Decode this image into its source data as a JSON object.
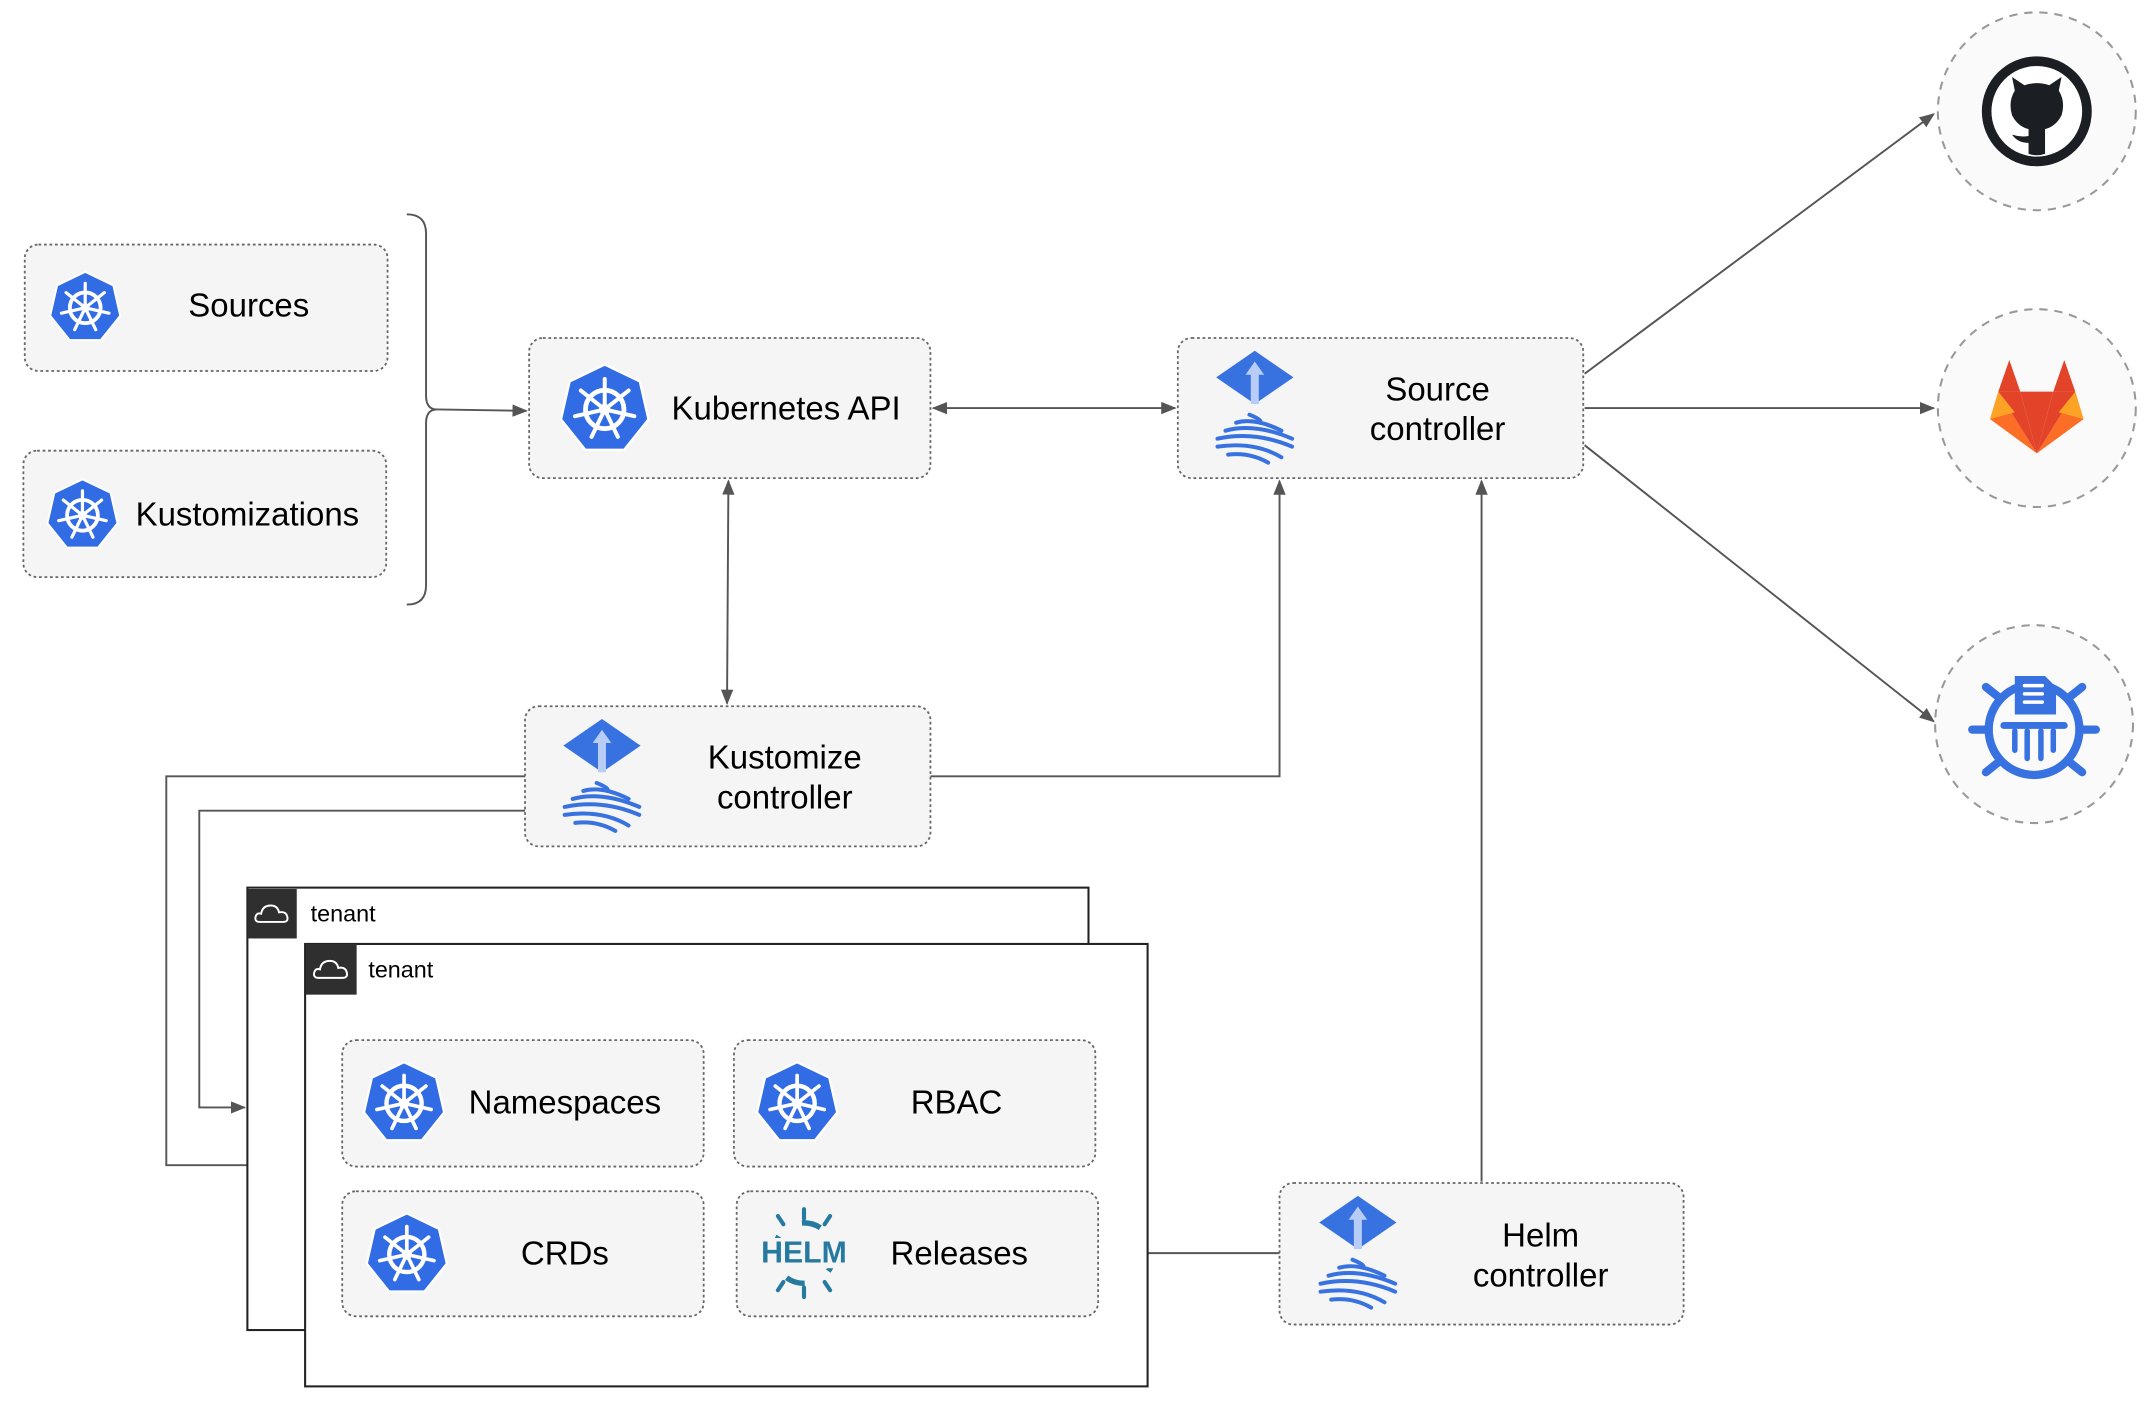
{
  "nodes": {
    "sources": {
      "label": "Sources",
      "icon": "kubernetes-icon"
    },
    "kustomizations": {
      "label": "Kustomizations",
      "icon": "kubernetes-icon"
    },
    "kubernetes_api": {
      "label": "Kubernetes API",
      "icon": "kubernetes-icon"
    },
    "source_controller": {
      "line1": "Source",
      "line2": "controller",
      "icon": "flux-icon"
    },
    "kustomize_controller": {
      "line1": "Kustomize",
      "line2": "controller",
      "icon": "flux-icon"
    },
    "helm_controller": {
      "line1": "Helm",
      "line2": "controller",
      "icon": "flux-icon"
    },
    "namespaces": {
      "label": "Namespaces",
      "icon": "kubernetes-icon"
    },
    "rbac": {
      "label": "RBAC",
      "icon": "kubernetes-icon"
    },
    "crds": {
      "label": "CRDs",
      "icon": "kubernetes-icon"
    },
    "releases": {
      "label": "Releases",
      "icon": "helm-icon",
      "icon_text": "HELM"
    }
  },
  "tenants": [
    {
      "label": "tenant",
      "icon": "cloud-icon"
    },
    {
      "label": "tenant",
      "icon": "cloud-icon"
    }
  ],
  "external_sources": [
    {
      "icon": "github-icon"
    },
    {
      "icon": "gitlab-icon"
    },
    {
      "icon": "bucket-icon"
    }
  ],
  "colors": {
    "kubernetes_blue": "#326CE5",
    "flux_blue": "#3772E0",
    "helm_blue": "#277A9F",
    "gitlab_orange": "#E24329",
    "github_dark": "#1B1F23"
  }
}
